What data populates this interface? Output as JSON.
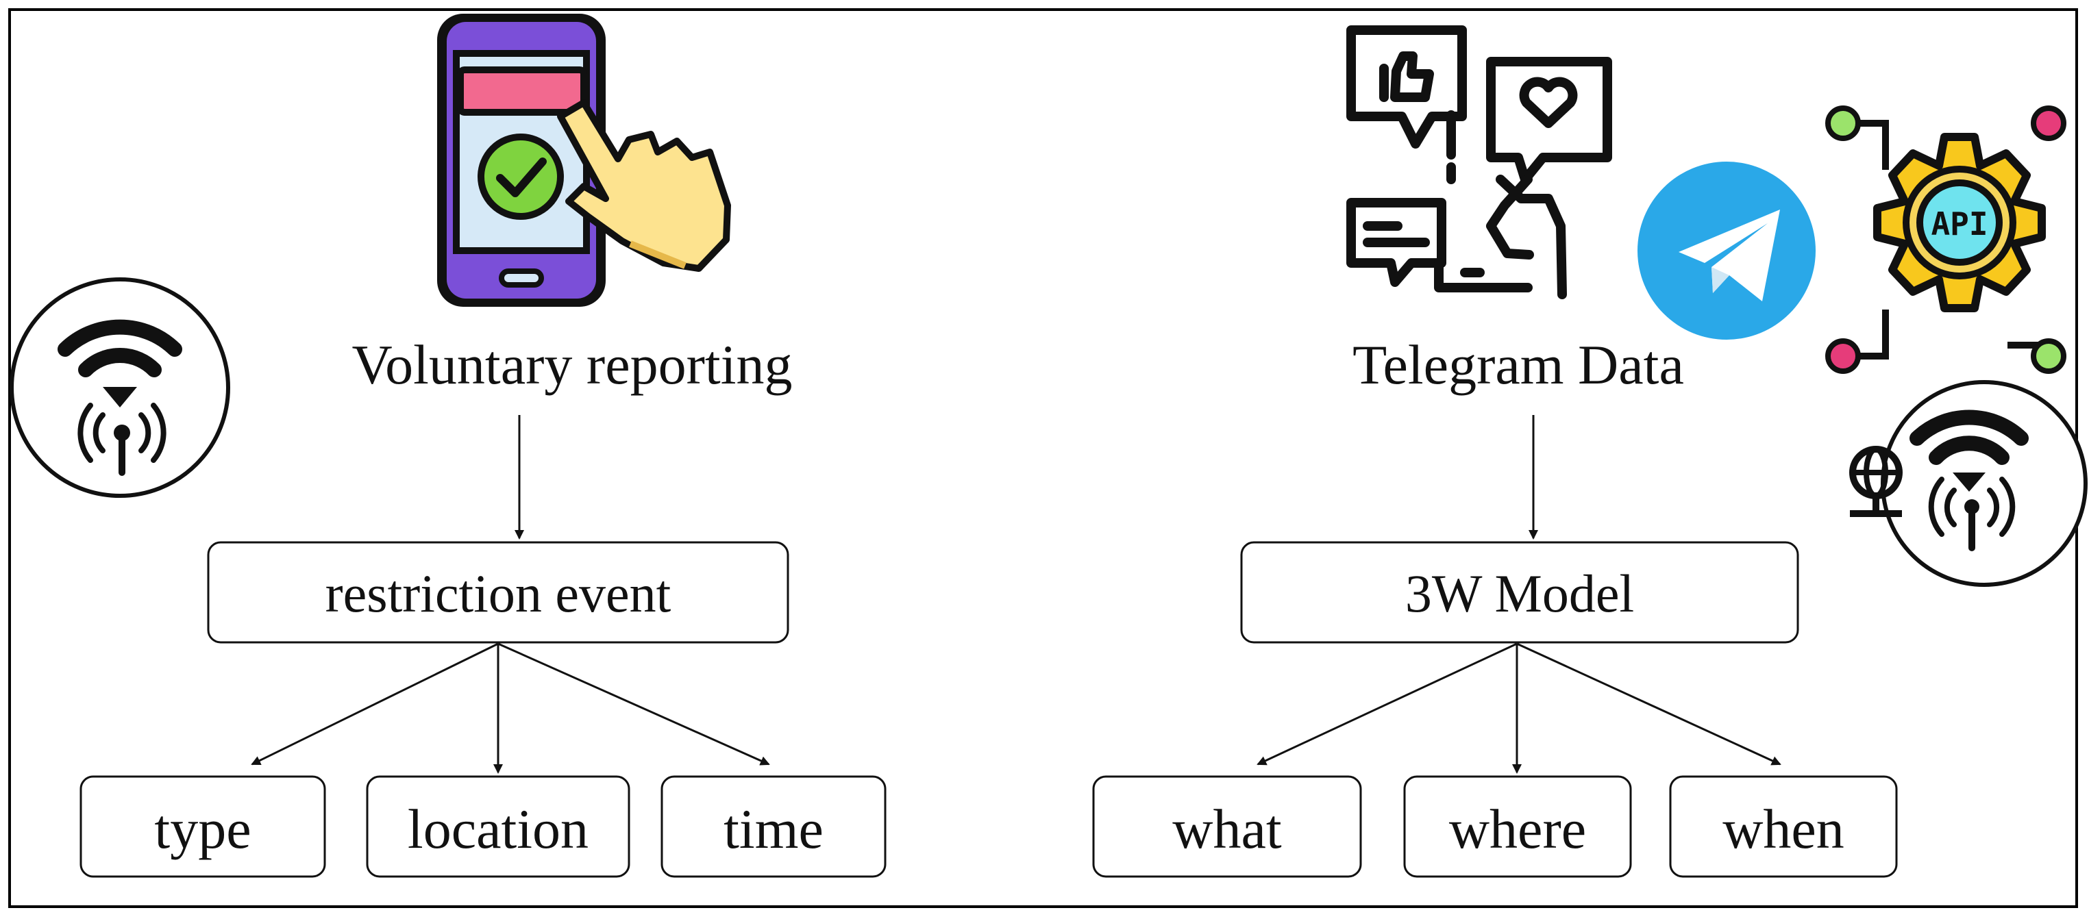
{
  "left": {
    "source_label": "Voluntary reporting",
    "parent_node": "restriction event",
    "children": [
      "type",
      "location",
      "time"
    ]
  },
  "right": {
    "source_label": "Telegram Data",
    "parent_node": "3W Model",
    "children": [
      "what",
      "where",
      "when"
    ],
    "api_badge": "API"
  },
  "colors": {
    "phone_body": "#7b4fd8",
    "phone_screen": "#d6e9f7",
    "pink_bar": "#f2698f",
    "check_green": "#7fd33f",
    "hand_yellow": "#fde38f",
    "telegram_blue": "#2aa8e8",
    "gear_yellow": "#f8c81d",
    "api_cyan": "#6fe3ee",
    "dot_pink": "#e63c7a",
    "dot_green": "#9be36b"
  }
}
